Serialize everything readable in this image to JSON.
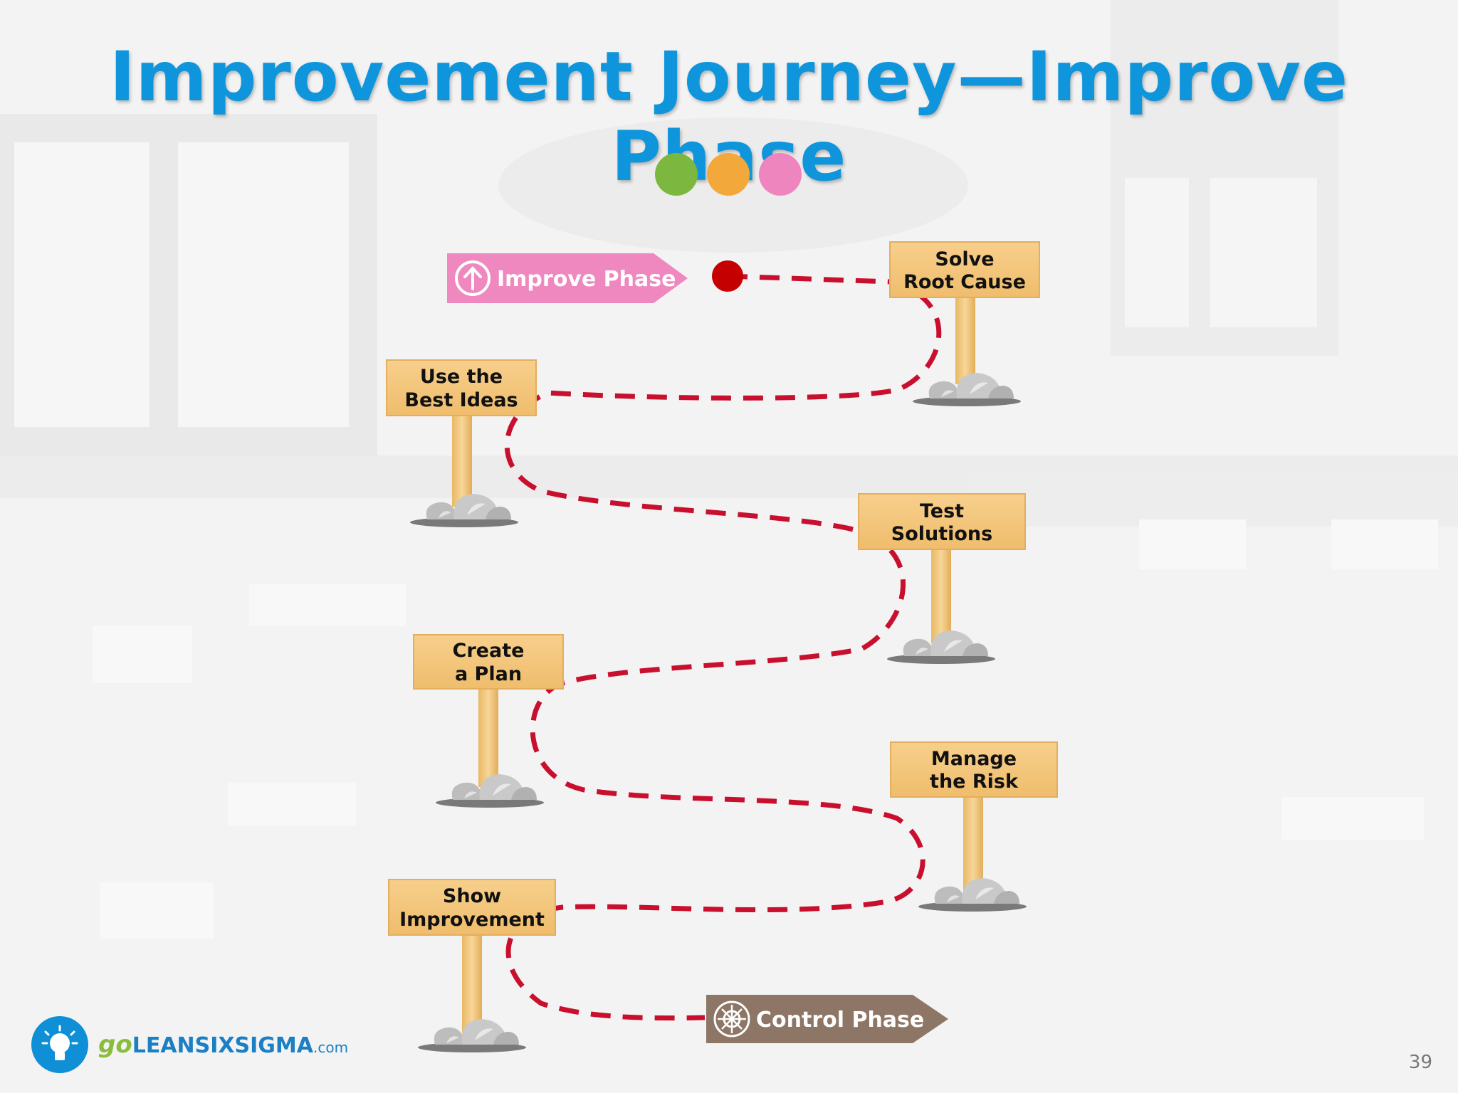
{
  "title": "Improvement Journey—Improve Phase",
  "page_number": "39",
  "colors": {
    "title_blue": "#0e95dc",
    "dot_green": "#7cb83f",
    "dot_orange": "#f2a83a",
    "dot_pink": "#ee85bf",
    "start_tag": "#ee88bf",
    "end_tag": "#8d7665",
    "path_red": "#c8102e",
    "sign_wood": "#f5c77d"
  },
  "start_tag": {
    "label": "Improve Phase",
    "icon": "up-arrow-circle-icon"
  },
  "end_tag": {
    "label": "Control Phase",
    "icon": "ship-wheel-icon"
  },
  "signs": [
    {
      "line1": "Solve",
      "line2": "Root Cause"
    },
    {
      "line1": "Use the",
      "line2": "Best Ideas"
    },
    {
      "line1": "Test",
      "line2": "Solutions"
    },
    {
      "line1": "Create",
      "line2": "a Plan"
    },
    {
      "line1": "Manage",
      "line2": "the Risk"
    },
    {
      "line1": "Show",
      "line2": "Improvement"
    }
  ],
  "logo": {
    "go": "go",
    "brand": "LEANSIXSIGMA",
    "suffix": ".com",
    "icon": "lightbulb-icon"
  }
}
